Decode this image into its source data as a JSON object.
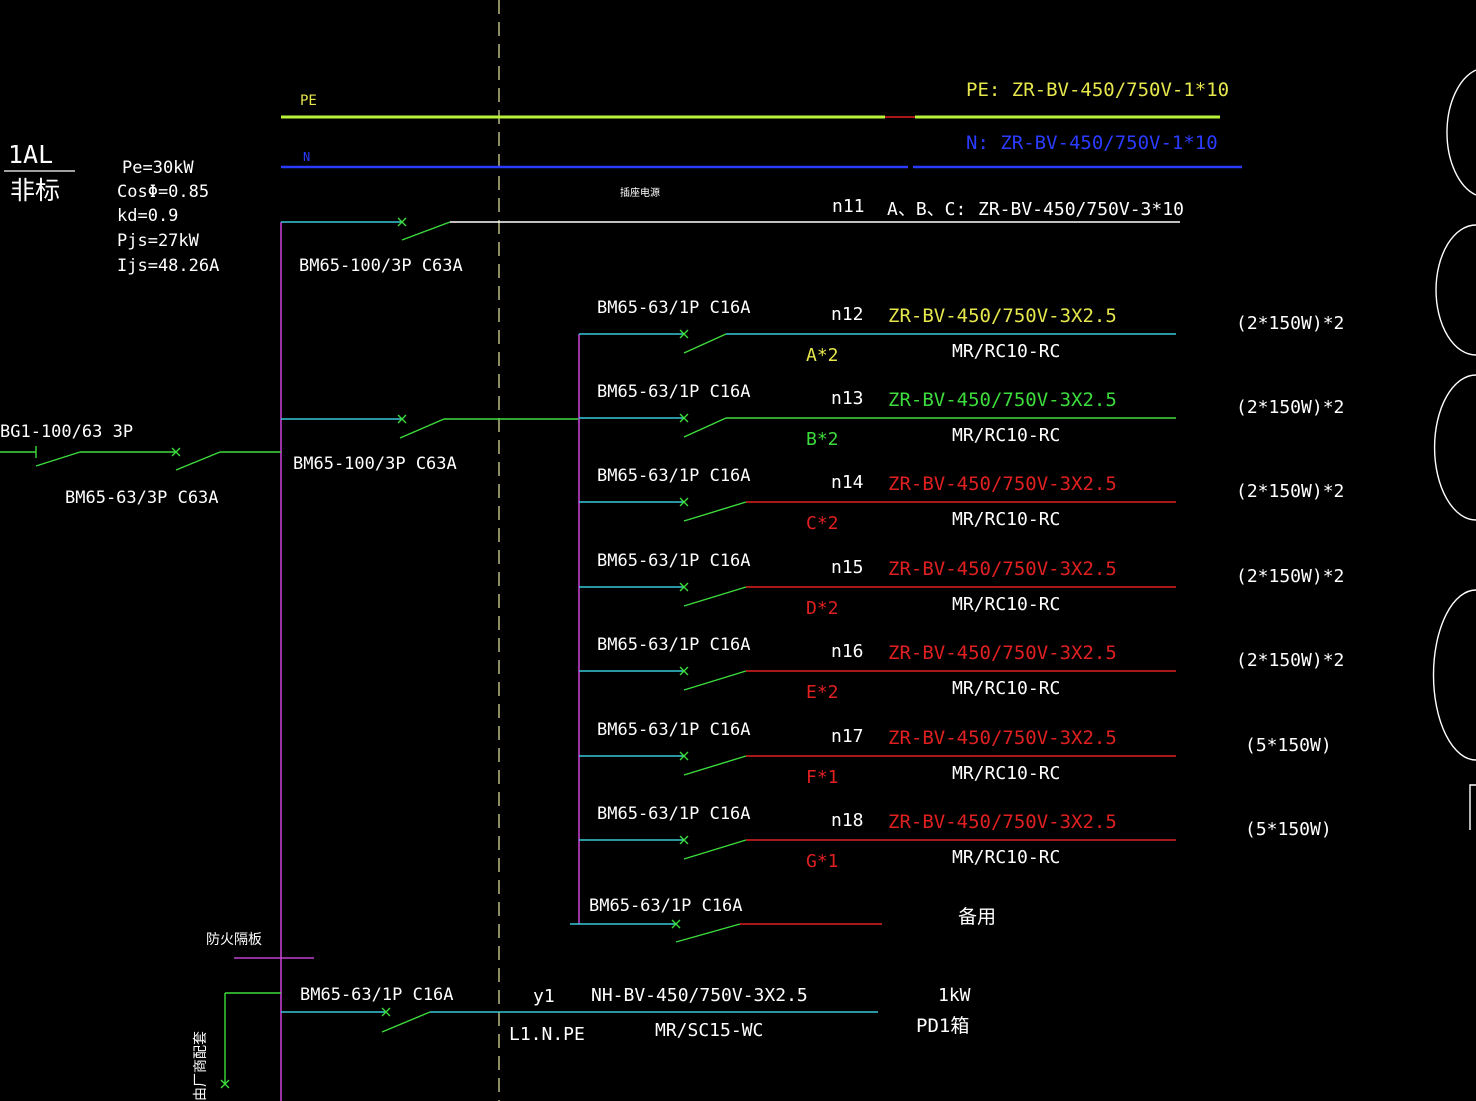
{
  "colors": {
    "background": "#000000",
    "white": "#ffffff",
    "yellow": "#e6e64d",
    "green": "#3ddc3d",
    "red": "#e02020",
    "cyan": "#37c8d8",
    "blue": "#2a3cff",
    "magenta": "#c040d0",
    "pe_bus": "#b8f23a",
    "dash": "#e8e8a0"
  },
  "panel": {
    "name": "1AL",
    "subtitle": "非标",
    "params": [
      "Pe=30kW",
      "CosΦ=0.85",
      "kd=0.9",
      "Pjs=27kW",
      "Ijs=48.26A"
    ]
  },
  "bus": {
    "pe_label": "PE",
    "n_label": "N",
    "pe_spec": "PE: ZR-BV-450/750V-1*10",
    "n_spec": "N: ZR-BV-450/750V-1*10"
  },
  "incoming": {
    "isolator": "BG1-100/63 3P",
    "breaker": "BM65-63/3P C63A"
  },
  "feeder_n11": {
    "breaker": "BM65-100/3P C63A",
    "note": "插座电源",
    "circuit": "n11",
    "phases": "A、B、C:",
    "cable": "ZR-BV-450/750V-3*10"
  },
  "sub_feeder": {
    "breaker": "BM65-100/3P C63A"
  },
  "circuits": [
    {
      "id": "n12",
      "breaker": "BM65-63/1P C16A",
      "cable": "ZR-BV-450/750V-3X2.5",
      "conduit": "MR/RC10-RC",
      "tag": "A*2",
      "load": "(2*150W)*2",
      "color": "yellow",
      "line": "cyan"
    },
    {
      "id": "n13",
      "breaker": "BM65-63/1P C16A",
      "cable": "ZR-BV-450/750V-3X2.5",
      "conduit": "MR/RC10-RC",
      "tag": "B*2",
      "load": "(2*150W)*2",
      "color": "green",
      "line": "green"
    },
    {
      "id": "n14",
      "breaker": "BM65-63/1P C16A",
      "cable": "ZR-BV-450/750V-3X2.5",
      "conduit": "MR/RC10-RC",
      "tag": "C*2",
      "load": "(2*150W)*2",
      "color": "red",
      "line": "red"
    },
    {
      "id": "n15",
      "breaker": "BM65-63/1P C16A",
      "cable": "ZR-BV-450/750V-3X2.5",
      "conduit": "MR/RC10-RC",
      "tag": "D*2",
      "load": "(2*150W)*2",
      "color": "red",
      "line": "red"
    },
    {
      "id": "n16",
      "breaker": "BM65-63/1P C16A",
      "cable": "ZR-BV-450/750V-3X2.5",
      "conduit": "MR/RC10-RC",
      "tag": "E*2",
      "load": "(2*150W)*2",
      "color": "red",
      "line": "red"
    },
    {
      "id": "n17",
      "breaker": "BM65-63/1P C16A",
      "cable": "ZR-BV-450/750V-3X2.5",
      "conduit": "MR/RC10-RC",
      "tag": "F*1",
      "load": "(5*150W)",
      "color": "red",
      "line": "red"
    },
    {
      "id": "n18",
      "breaker": "BM65-63/1P C16A",
      "cable": "ZR-BV-450/750V-3X2.5",
      "conduit": "MR/RC10-RC",
      "tag": "G*1",
      "load": "(5*150W)",
      "color": "red",
      "line": "red"
    }
  ],
  "spare": {
    "breaker": "BM65-63/1P C16A",
    "label": "备用"
  },
  "fire": {
    "label": "防火隔板"
  },
  "y1": {
    "breaker": "BM65-63/1P C16A",
    "circuit": "y1",
    "conductors": "L1.N.PE",
    "cable": "NH-BV-450/750V-3X2.5",
    "conduit": "MR/SC15-WC",
    "power": "1kW",
    "target": "PD1箱"
  },
  "vertical_note": "由厂商配套"
}
